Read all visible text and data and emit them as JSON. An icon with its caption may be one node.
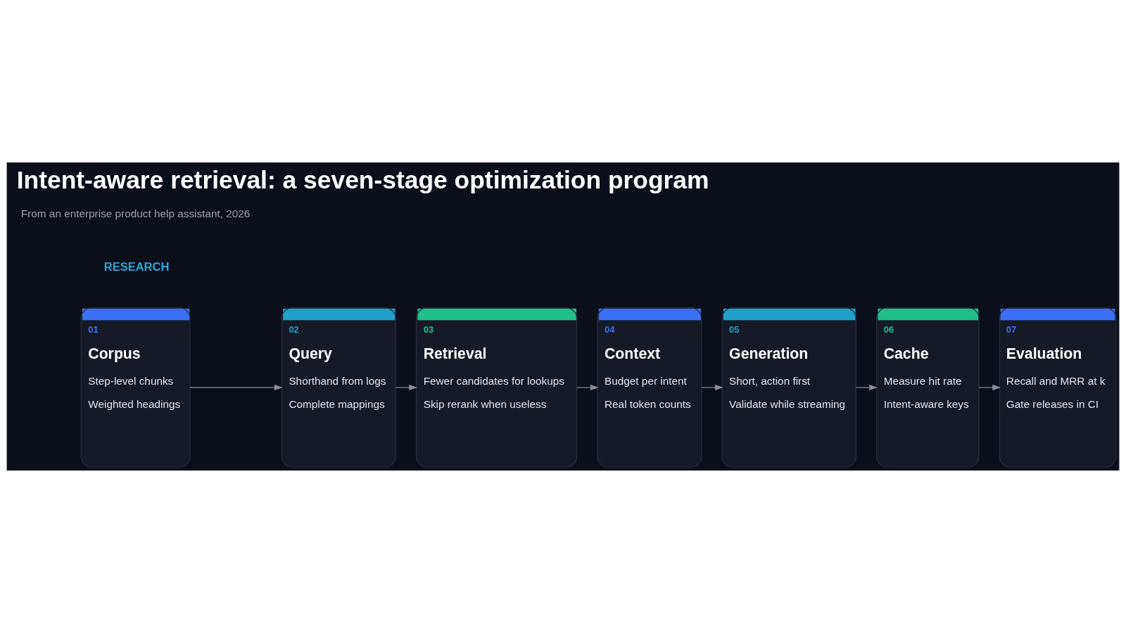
{
  "diagram": {
    "title": "Intent-aware retrieval: a seven-stage optimization program",
    "caption": "From an enterprise product help assistant, 2026",
    "nodes": [
      {
        "text": [
          "01",
          "Corpus",
          "Step-level chunks",
          "Weighted headings"
        ]
      },
      {
        "text": [
          "02",
          "Query",
          "Shorthand from logs",
          "Complete mappings"
        ]
      },
      {
        "text": [
          "03",
          "Retrieval",
          "Fewer candidates for lookups",
          "Skip rerank when useless"
        ]
      },
      {
        "text": [
          "04",
          "Context",
          "Budget per intent",
          "Real token counts"
        ]
      },
      {
        "text": [
          "05",
          "Generation",
          "Short, action first",
          "Validate while streaming"
        ]
      },
      {
        "text": [
          "06",
          "Cache",
          "Measure hit rate",
          "Intent-aware keys"
        ]
      },
      {
        "text": [
          "07",
          "Evaluation",
          "Recall and MRR at k",
          "Gate releases in CI"
        ]
      }
    ],
    "edges": [
      {
        "from": 0,
        "to": 1,
        "arrow": "to"
      },
      {
        "from": 1,
        "to": 2,
        "arrow": "to"
      },
      {
        "from": 2,
        "to": 3,
        "arrow": "to"
      },
      {
        "from": 3,
        "to": 4,
        "arrow": "to"
      },
      {
        "from": 4,
        "to": 5,
        "arrow": "to"
      },
      {
        "from": 5,
        "to": 6,
        "arrow": "to"
      }
    ],
    "labels": [
      "RESEARCH"
    ]
  }
}
